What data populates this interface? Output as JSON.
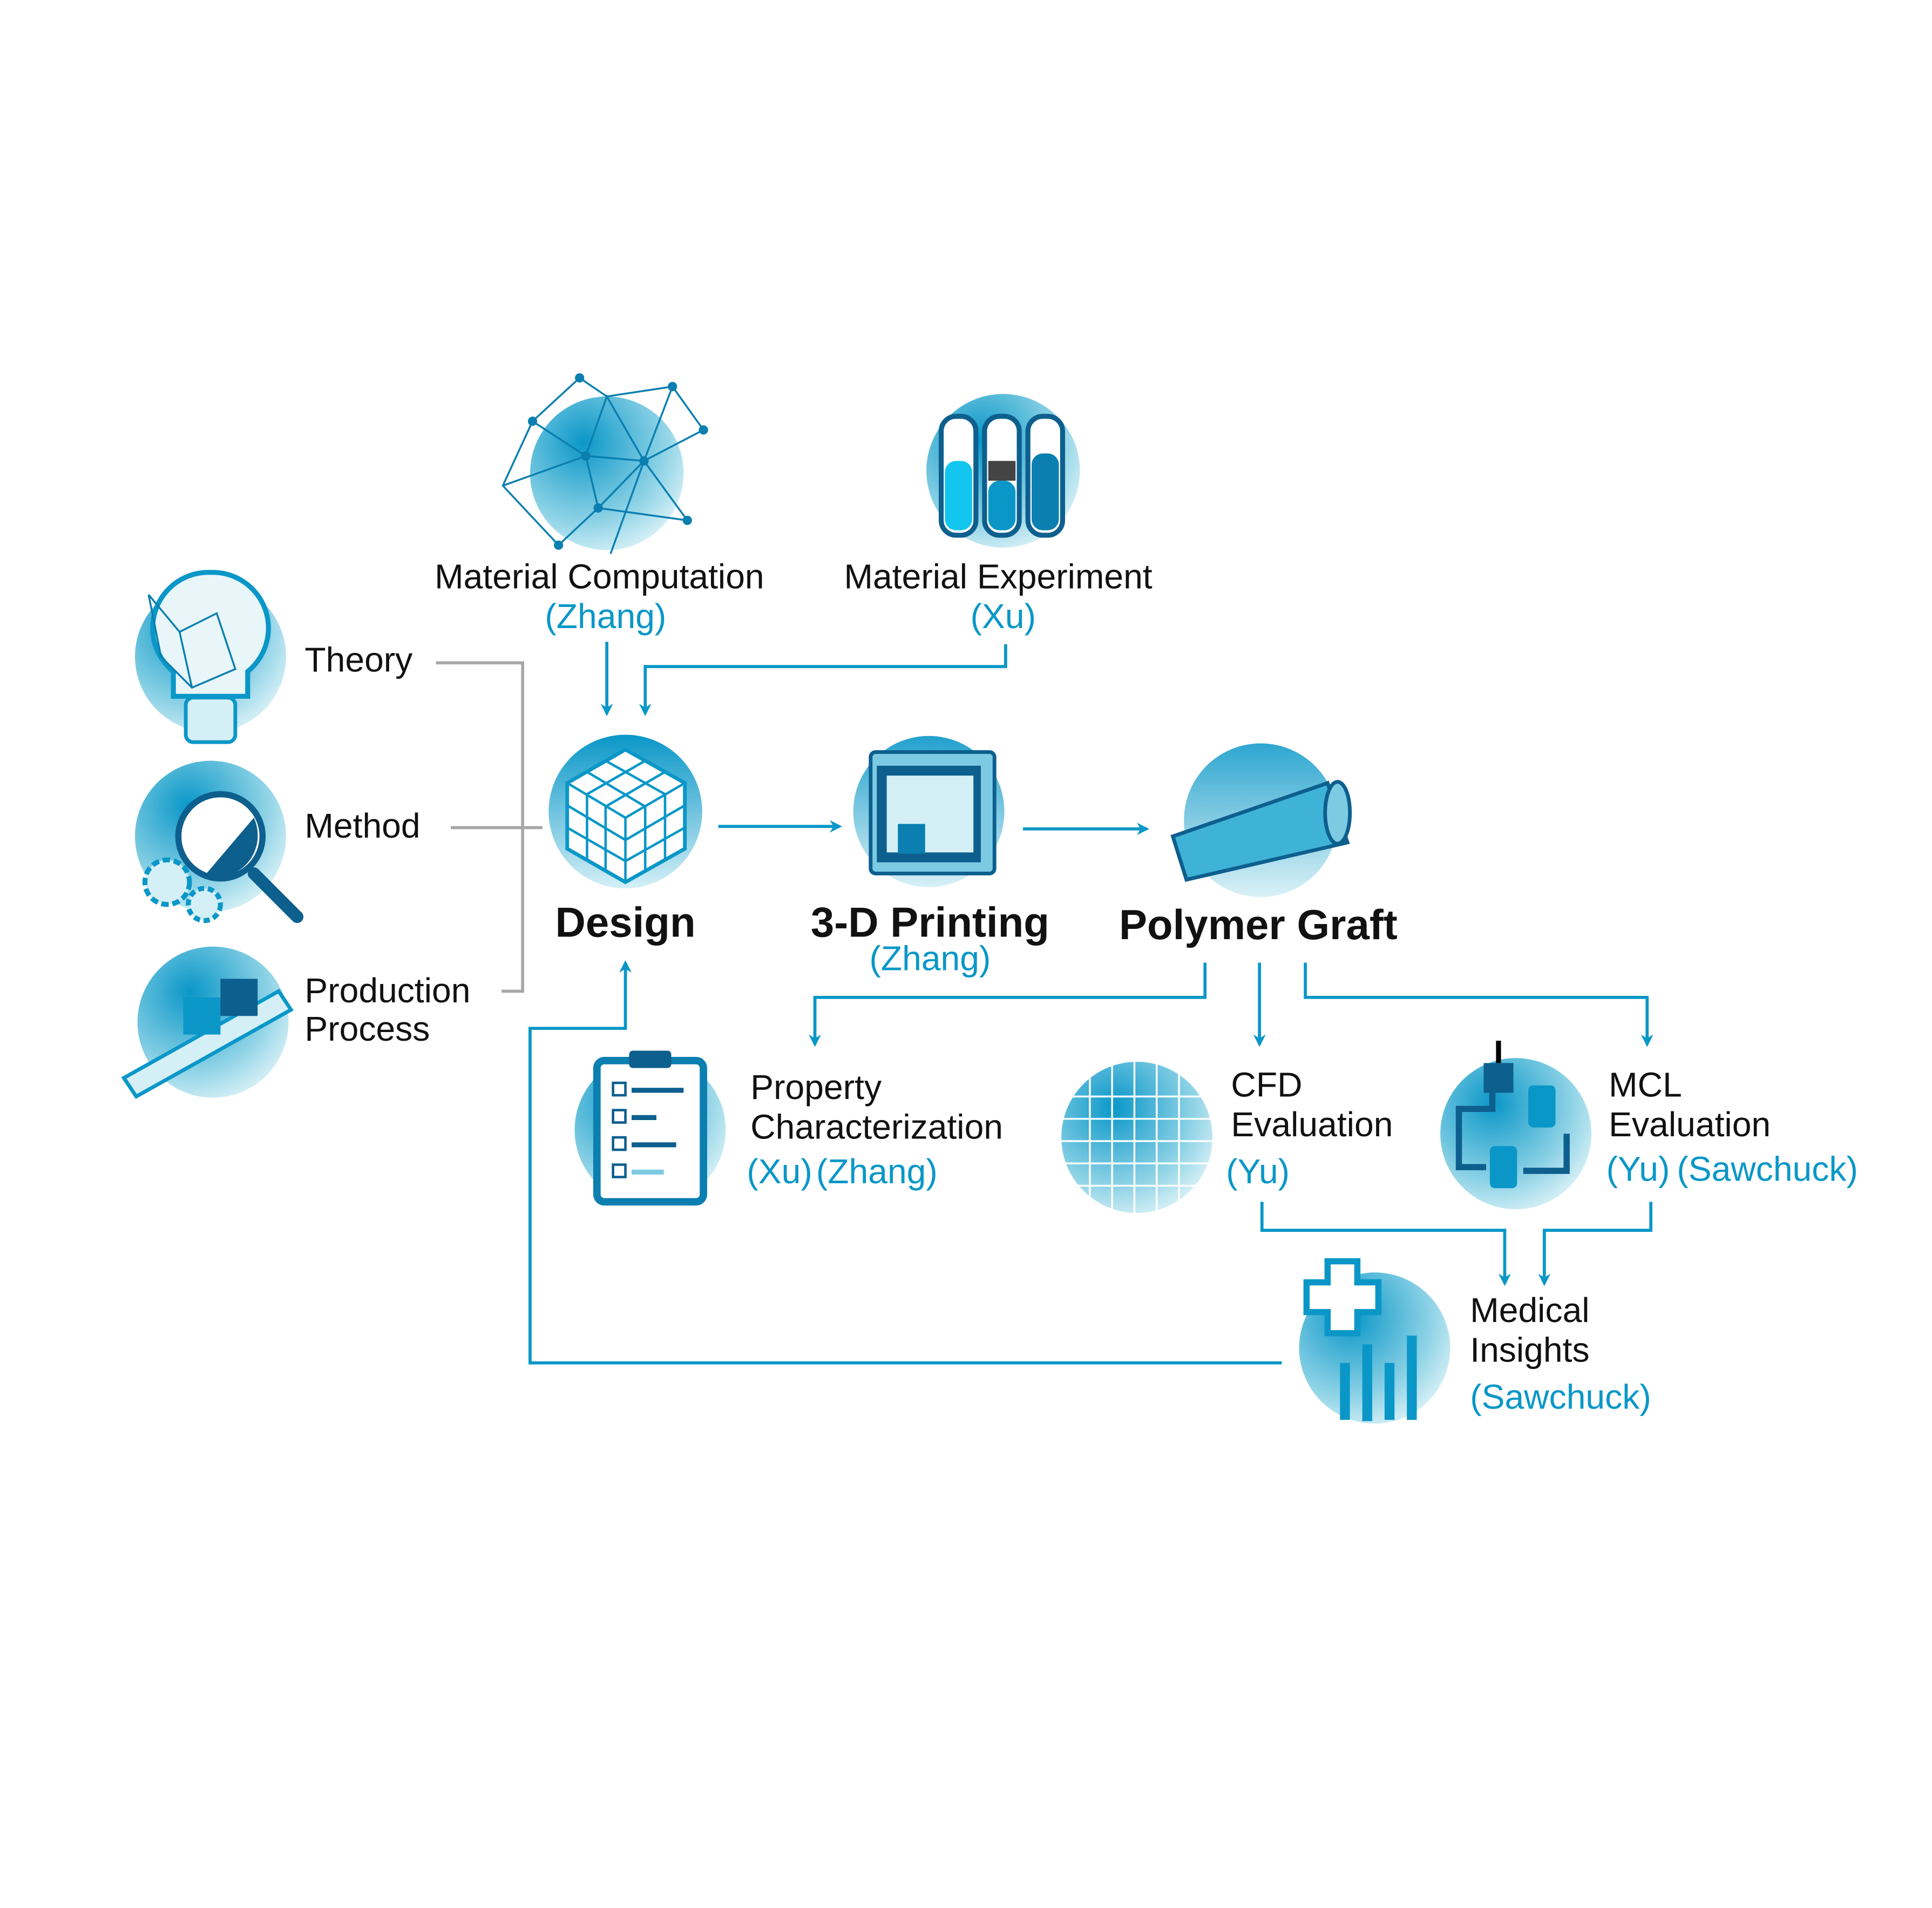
{
  "colors": {
    "accent": "#0a97c8",
    "dark": "#0d5f8e",
    "light": "#c9ebf3",
    "bracket": "#a8a8a8"
  },
  "inputs": [
    {
      "label": "Theory",
      "icon": "lightbulb-network-icon"
    },
    {
      "label": "Method",
      "icon": "magnifier-gears-icon"
    },
    {
      "label_line1": "Production",
      "label_line2": "Process",
      "icon": "conveyor-boxes-icon"
    }
  ],
  "material_computation": {
    "label": "Material Computation",
    "owner": "(Zhang)",
    "icon": "network-sphere-icon"
  },
  "material_experiment": {
    "label": "Material Experiment",
    "owner": "(Xu)",
    "icon": "test-tubes-icon"
  },
  "design": {
    "label": "Design",
    "icon": "cube-grid-icon"
  },
  "printing": {
    "label": "3-D Printing",
    "owner": "(Zhang)",
    "icon": "3d-printer-icon"
  },
  "graft": {
    "label": "Polymer Graft",
    "icon": "tube-icon"
  },
  "property": {
    "line1": "Property",
    "line2": "Characterization",
    "owner1": "(Xu)",
    "owner2": "(Zhang)",
    "icon": "clipboard-checklist-icon"
  },
  "cfd": {
    "line1": "CFD",
    "line2": "Evaluation",
    "owner": "(Yu)",
    "icon": "flow-field-icon"
  },
  "mcl": {
    "line1": "MCL",
    "line2": "Evaluation",
    "owner1": "(Yu)",
    "owner2": "(Sawchuck)",
    "icon": "mock-circulatory-loop-icon"
  },
  "medical": {
    "line1": "Medical",
    "line2": "Insights",
    "owner": "(Sawchuck)",
    "icon": "medical-chart-icon"
  }
}
